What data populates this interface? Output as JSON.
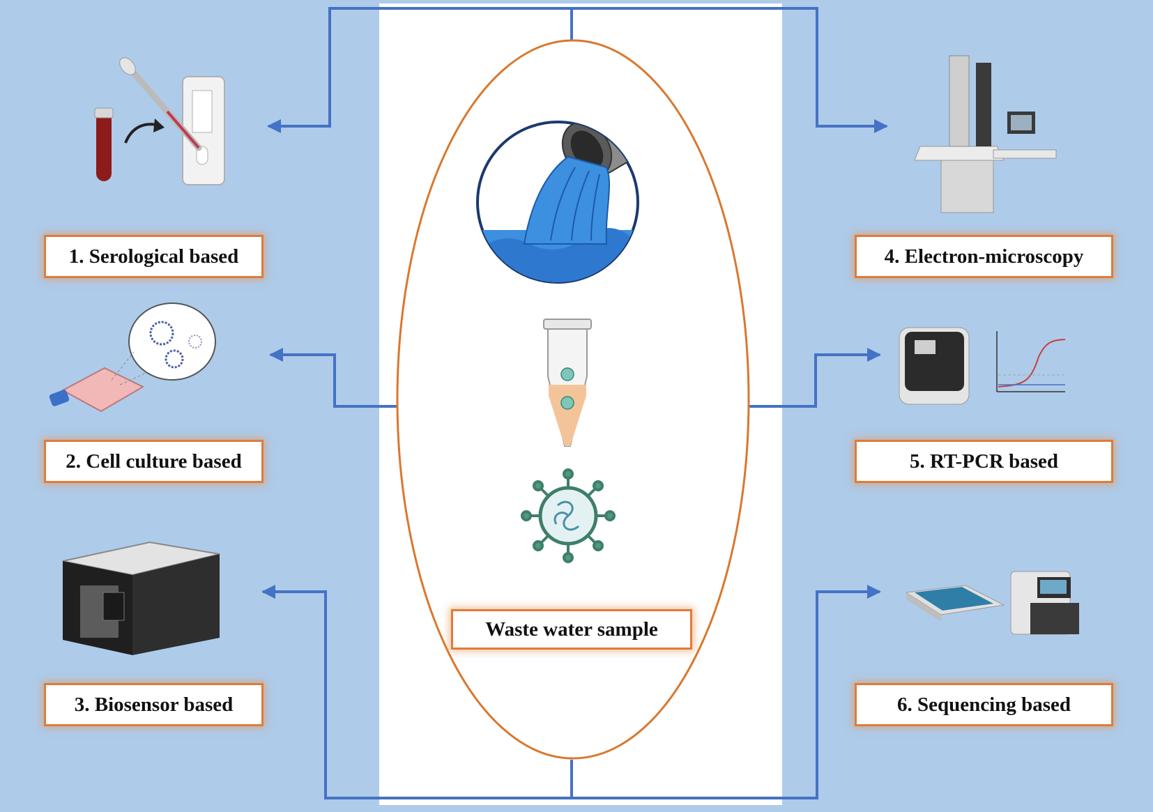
{
  "center": {
    "label": "Waste water sample"
  },
  "methods": [
    {
      "label": "1. Serological based"
    },
    {
      "label": "2. Cell culture based"
    },
    {
      "label": "3. Biosensor based"
    },
    {
      "label": "4. Electron-microscopy"
    },
    {
      "label": "5. RT-PCR based"
    },
    {
      "label": "6. Sequencing based"
    }
  ],
  "colors": {
    "background": "#aecbea",
    "center_panel": "#ffffff",
    "connector": "#4472c4",
    "label_border": "#e07b39",
    "ellipse": "#d9782f"
  },
  "icons": [
    "pipe-water-icon",
    "microtube-icon",
    "virus-icon",
    "blood-tube-icon",
    "rapid-test-cassette-icon",
    "cell-culture-flask-icon",
    "biosensor-device-icon",
    "electron-microscope-icon",
    "pcr-machine-icon",
    "amplification-curve-icon",
    "sequencer-icon"
  ]
}
